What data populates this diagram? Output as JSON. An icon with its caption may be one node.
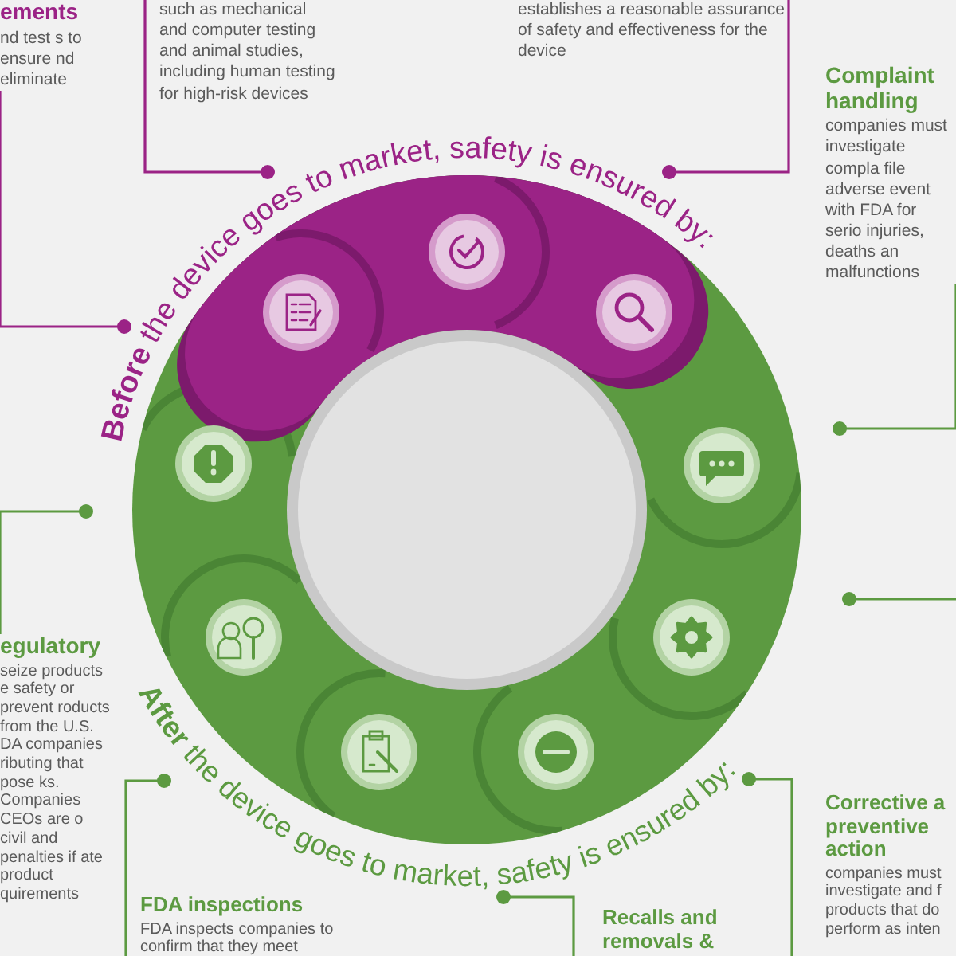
{
  "diagram": {
    "nodes": [
      {
        "text": [
          "ements",
          "nd test s to ensure nd eliminate"
        ]
      },
      {
        "text": [
          "such as mechanical and computer testing and animal studies, including human testing for high-risk devices"
        ]
      },
      {
        "text": [
          "establishes a reasonable assurance of safety and effectiveness for the device"
        ]
      },
      {
        "text": [
          "Complaint handling",
          "companies must investigate compla file adverse event with FDA for serio injuries, deaths an malfunctions"
        ]
      },
      {
        "text": [
          "egulatory",
          "seize products e safety or prevent roducts from the U.S. DA companies ributing that pose ks. Companies CEOs are o civil and penalties if ate product quirements"
        ]
      },
      {
        "text": [
          "Corrective a preventive action",
          "companies must investigate and f products that do perform as inten"
        ]
      },
      {
        "text": [
          "FDA inspections",
          "FDA inspects companies to confirm that they meet"
        ]
      },
      {
        "text": [
          "Recalls and removals &"
        ]
      },
      {
        "text": [
          "**Before** the device goes to market, safety is ensured by:"
        ]
      },
      {
        "text": [
          "**After** the device goes to market, safety is ensured by:"
        ]
      }
    ],
    "edges": [
      {
        "from": 0,
        "to": 8,
        "arrow": "other",
        "color": "#9b2386"
      },
      {
        "from": 1,
        "to": 8,
        "arrow": "other",
        "color": "#9b2386"
      },
      {
        "from": 2,
        "to": 8,
        "arrow": "other",
        "color": "#9b2386"
      },
      {
        "from": 3,
        "to": null,
        "arrow": "other"
      },
      {
        "from": 4,
        "to": null,
        "arrow": "other"
      },
      {
        "from": 5,
        "to": 9,
        "arrow": "other"
      },
      {
        "from": 6,
        "to": 9,
        "arrow": "other"
      },
      {
        "from": 7,
        "to": 9,
        "arrow": "other"
      }
    ]
  }
}
